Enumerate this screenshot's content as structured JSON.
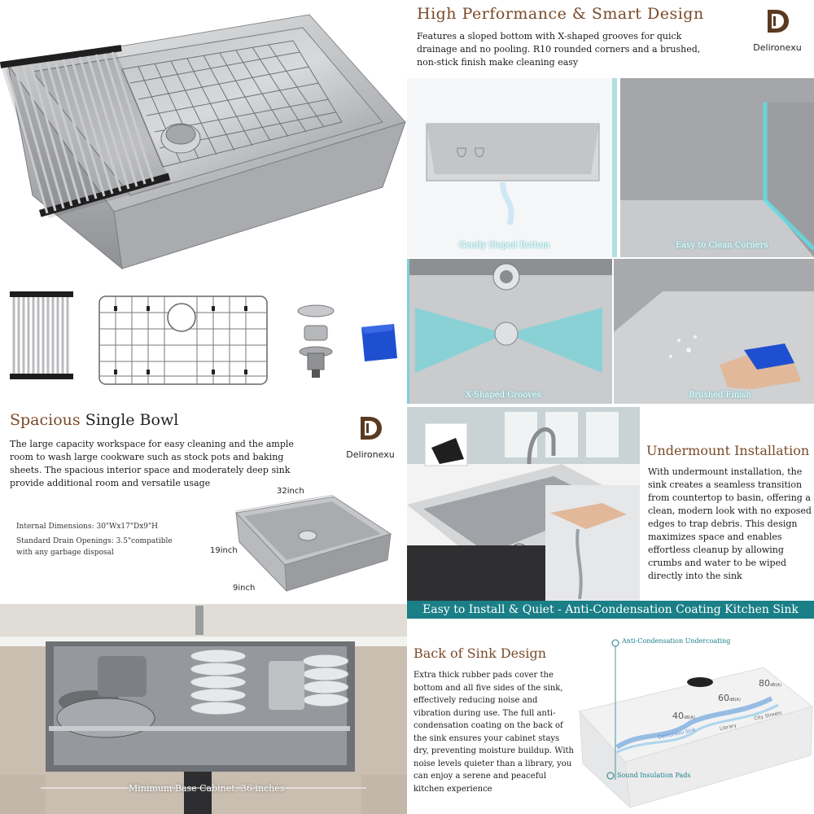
{
  "brand": {
    "name": "Delironexu"
  },
  "performance": {
    "title": "High Performance & Smart Design",
    "description": "Features a sloped bottom with X-shaped grooves for quick drainage and no pooling. R10 rounded corners and a brushed, non-stick finish make cleaning easy",
    "captions": [
      "Gently Sloped Bottom",
      "Easy to Clean Corners",
      "X-Shaped Grooves",
      "Brushed Finish"
    ]
  },
  "bowl": {
    "title_accent": "Spacious",
    "title_rest": " Single Bowl",
    "description": "The large capacity workspace for easy cleaning and the ample room to wash large cookware such as stock pots and baking sheets. The spacious interior space and moderately deep sink provide additional room and versatile usage",
    "internal_dimensions": "Internal Dimensions: 30\"Wx17\"Dx9\"H",
    "drain_openings": "Standard Drain Openings: 3.5\"compatible with any garbage disposal",
    "dim_width": "32inch",
    "dim_depth": "19inch",
    "dim_height": "9inch"
  },
  "undermount": {
    "title": "Undermount Installation",
    "description": "With undermount installation, the sink creates a seamless transition from countertop to basin, offering a clean, modern look with no exposed edges to trap debris. This design maximizes space and enables effortless cleanup by allowing crumbs and water to be wiped directly into the sink"
  },
  "cabinet": {
    "caption": "Minimum Base Cabinet: 36 inches"
  },
  "quiet": {
    "banner": "Easy to Install & Quiet - Anti-Condensation Coating Kitchen Sink",
    "title": "Back of Sink Design",
    "description": "Extra thick rubber pads cover the bottom and all five sides of the sink, effectively reducing noise and vibration during use. The full anti-condensation coating on the back of the sink ensures your cabinet stays dry, preventing moisture buildup. With noise levels quieter than a library, you can enjoy a serene and peaceful kitchen experience",
    "coating_label": "Anti-Condensation Undercoating",
    "pads_label": "Sound Insulation Pads",
    "db_levels": [
      "40",
      "60",
      "80"
    ],
    "db_unit": "dB(A)",
    "noise_labels": [
      "Delironexu Sink",
      "Library",
      "City Streets"
    ]
  },
  "colors": {
    "accent": "#7a4a28",
    "teal": "#1a7f86",
    "caption_glow": "#7fd0d6"
  }
}
